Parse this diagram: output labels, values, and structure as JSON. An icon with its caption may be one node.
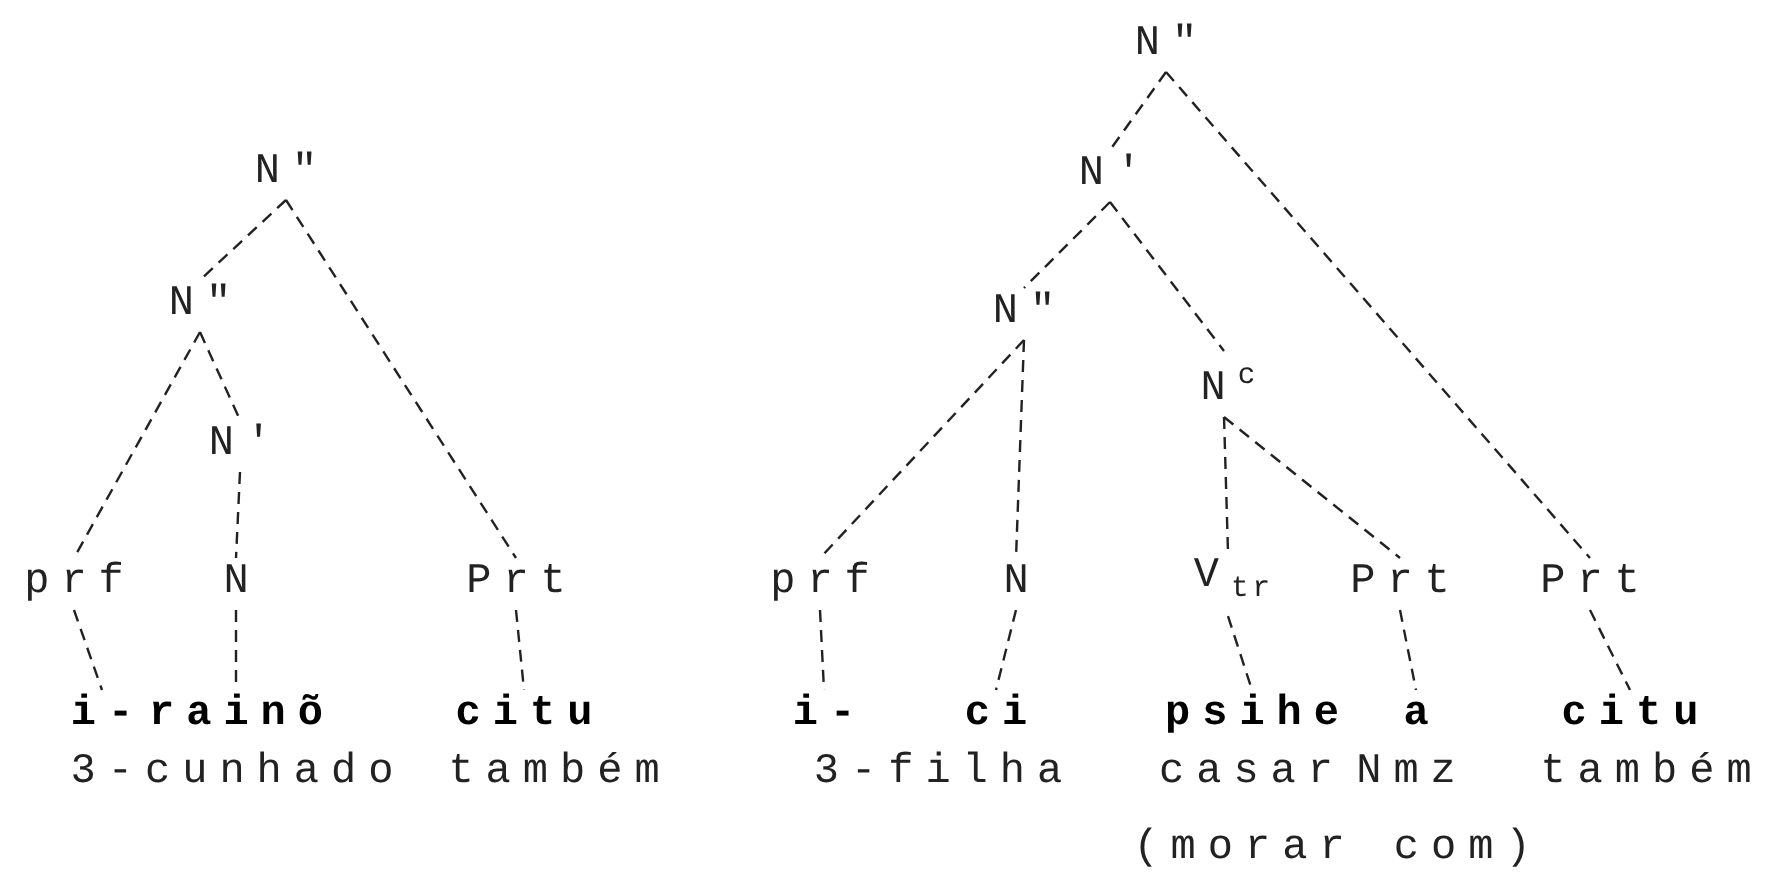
{
  "diagram": {
    "nodes": [
      {
        "text": [
          "N″"
        ]
      },
      {
        "text": [
          "N″"
        ]
      },
      {
        "text": [
          "N′"
        ]
      },
      {
        "text": [
          "prf"
        ]
      },
      {
        "text": [
          "N"
        ]
      },
      {
        "text": [
          "Prt"
        ]
      },
      {
        "text": [
          "i-"
        ]
      },
      {
        "text": [
          "rainõ"
        ]
      },
      {
        "text": [
          "citu"
        ]
      },
      {
        "text": [
          "N″"
        ]
      },
      {
        "text": [
          "N′"
        ]
      },
      {
        "text": [
          "N″"
        ]
      },
      {
        "text": [
          "N$^{c}$"
        ]
      },
      {
        "text": [
          "prf"
        ]
      },
      {
        "text": [
          "N"
        ]
      },
      {
        "text": [
          "V$_{tr}$"
        ]
      },
      {
        "text": [
          "Prt"
        ]
      },
      {
        "text": [
          "Prt"
        ]
      },
      {
        "text": [
          "i-"
        ]
      },
      {
        "text": [
          "ci"
        ]
      },
      {
        "text": [
          "psihe"
        ]
      },
      {
        "text": [
          "a"
        ]
      },
      {
        "text": [
          "citu"
        ]
      }
    ],
    "edges": [
      {
        "from": 0,
        "to": 1,
        "arrow": "none",
        "style": "dashed"
      },
      {
        "from": 0,
        "to": 5,
        "arrow": "none",
        "style": "dashed"
      },
      {
        "from": 1,
        "to": 3,
        "arrow": "none",
        "style": "dashed"
      },
      {
        "from": 1,
        "to": 2,
        "arrow": "none",
        "style": "dashed"
      },
      {
        "from": 2,
        "to": 4,
        "arrow": "none",
        "style": "dashed"
      },
      {
        "from": 3,
        "to": 6,
        "arrow": "none",
        "style": "dashed"
      },
      {
        "from": 4,
        "to": 7,
        "arrow": "none",
        "style": "dashed"
      },
      {
        "from": 5,
        "to": 8,
        "arrow": "none",
        "style": "dashed"
      },
      {
        "from": 9,
        "to": 10,
        "arrow": "none",
        "style": "dashed"
      },
      {
        "from": 9,
        "to": 17,
        "arrow": "none",
        "style": "dashed"
      },
      {
        "from": 10,
        "to": 11,
        "arrow": "none",
        "style": "dashed"
      },
      {
        "from": 10,
        "to": 12,
        "arrow": "none",
        "style": "dashed"
      },
      {
        "from": 11,
        "to": 13,
        "arrow": "none",
        "style": "dashed"
      },
      {
        "from": 11,
        "to": 14,
        "arrow": "none",
        "style": "dashed"
      },
      {
        "from": 12,
        "to": 15,
        "arrow": "none",
        "style": "dashed"
      },
      {
        "from": 12,
        "to": 16,
        "arrow": "none",
        "style": "dashed"
      },
      {
        "from": 13,
        "to": 18,
        "arrow": "none",
        "style": "dashed"
      },
      {
        "from": 14,
        "to": 19,
        "arrow": "none",
        "style": "dashed"
      },
      {
        "from": 15,
        "to": 20,
        "arrow": "none",
        "style": "dashed"
      },
      {
        "from": 16,
        "to": 21,
        "arrow": "none",
        "style": "dashed"
      },
      {
        "from": 17,
        "to": 22,
        "arrow": "none",
        "style": "dashed"
      }
    ],
    "labels": [
      "3-cunhado",
      "também",
      "3-filha",
      "casar",
      "Nmz",
      "também",
      "(morar com)"
    ]
  }
}
